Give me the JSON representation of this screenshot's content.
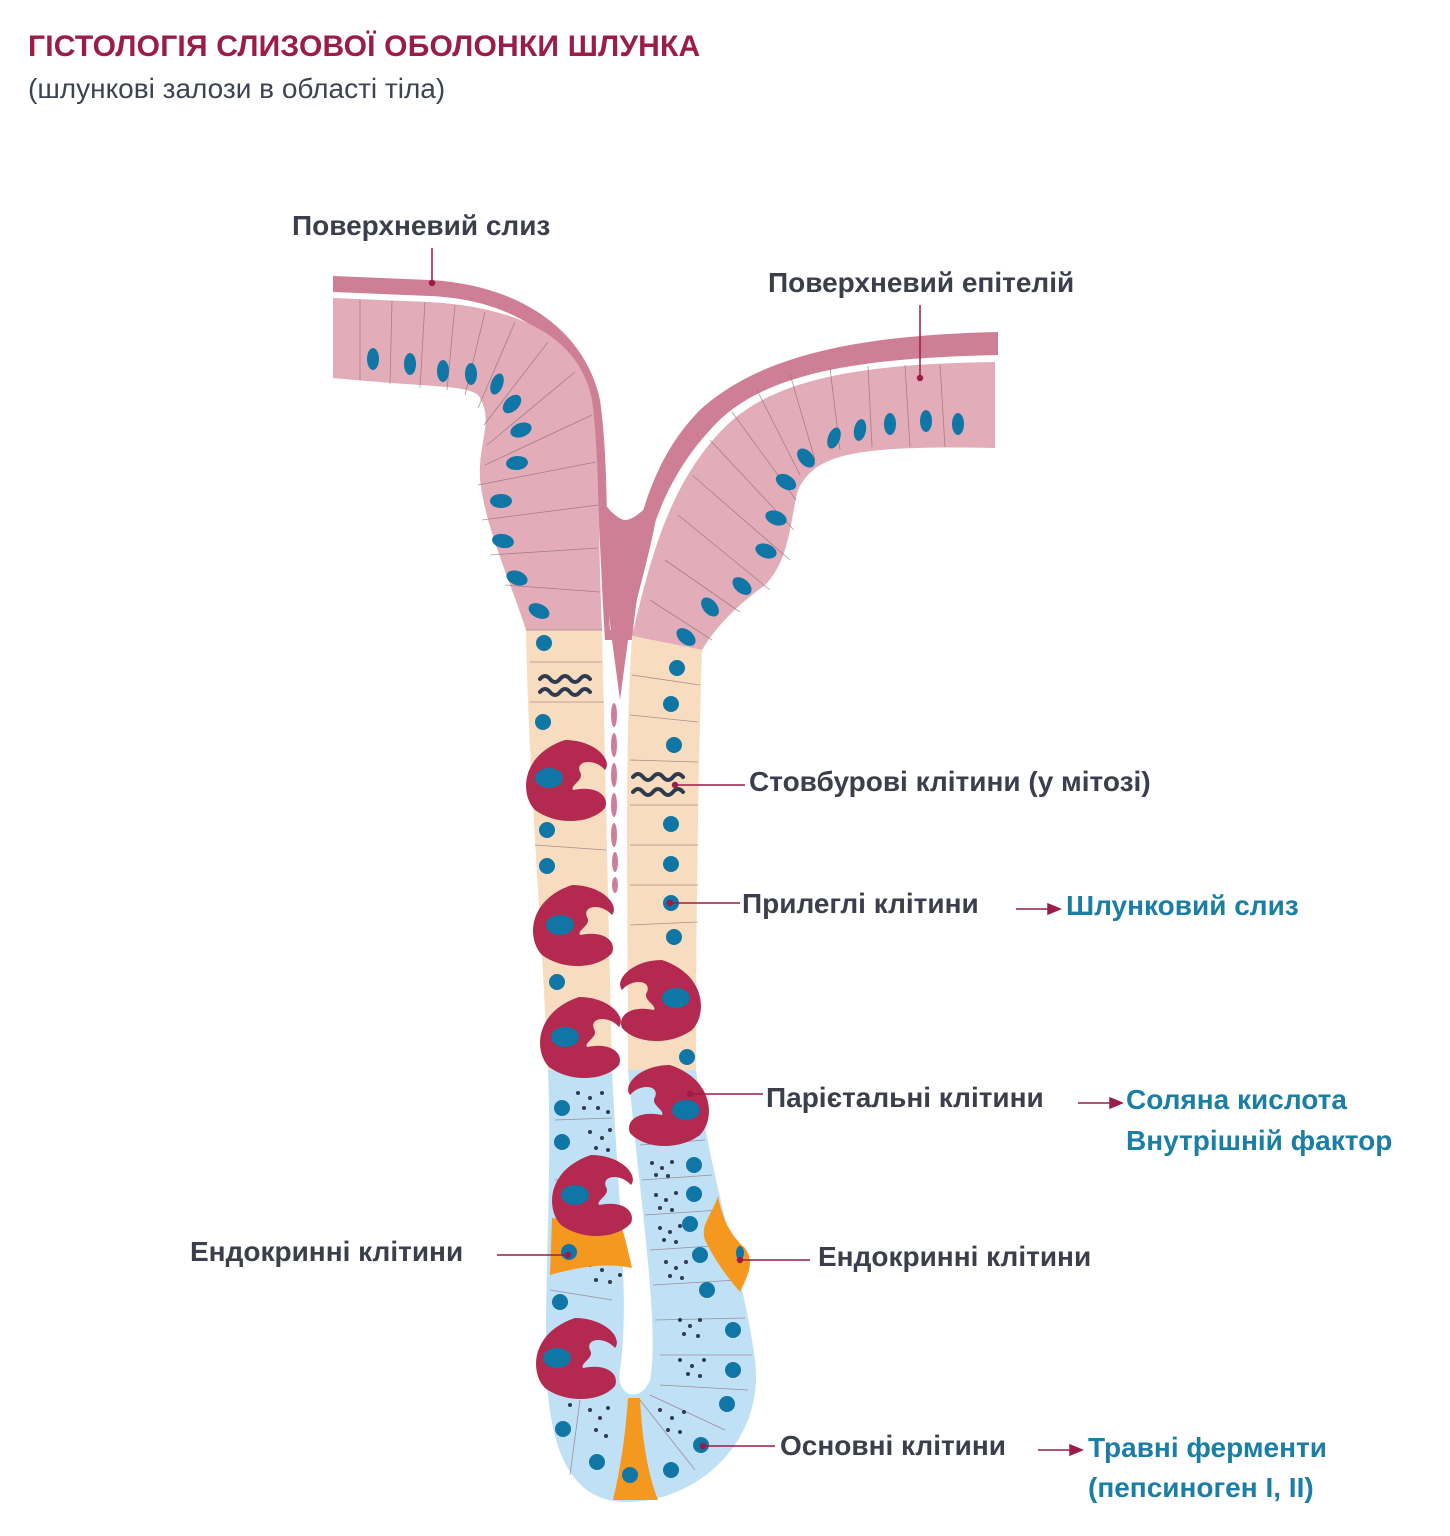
{
  "header": {
    "title": "ГІСТОЛОГІЯ СЛИЗОВОЇ ОБОЛОНКИ ШЛУНКА",
    "subtitle": "(шлункові залози в області тіла)"
  },
  "labels": {
    "surface_mucus": "Поверхневий слиз",
    "surface_epithelium": "Поверхневий епітелій",
    "stem_cells": "Стовбурові клітини (у мітозі)",
    "neck_cells": "Прилеглі клітини",
    "parietal_cells": "Парієтальні клітини",
    "endocrine_cells_left": "Ендокринні клітини",
    "endocrine_cells_right": "Ендокринні клітини",
    "chief_cells": "Основні клітини"
  },
  "products": {
    "neck_cells": [
      "Шлунковий слиз"
    ],
    "parietal_cells": [
      "Соляна кислота",
      "Внутрішній фактор"
    ],
    "chief_cells": [
      "Травні ферменти",
      "(пепсиноген I, II)"
    ]
  },
  "colors": {
    "title": "#9b1c47",
    "label_text": "#3a3f4b",
    "product_text": "#1a7ea5",
    "leader_line": "#9b1c47",
    "mucus": "#cf7f95",
    "surface_cells": "#e2adb9",
    "neck_zone": "#f8dcc0",
    "base_zone": "#bfe0f5",
    "parietal": "#b3294f",
    "nucleus": "#0f76a6",
    "endocrine": "#f5981f",
    "granules": "#2f3a4f"
  }
}
